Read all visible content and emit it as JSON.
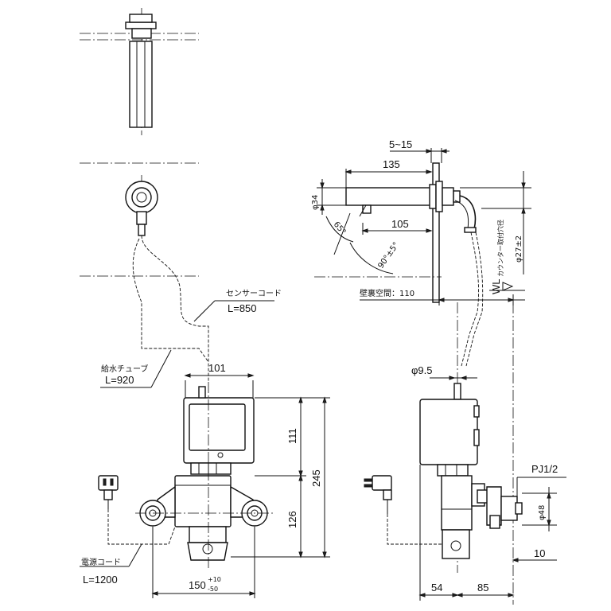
{
  "labels": {
    "sensor_cord_title": "センサーコード",
    "sensor_cord_len": "L=850",
    "supply_tube_title": "給水チューブ",
    "supply_tube_len": "L=920",
    "power_cord_title": "電源コード",
    "power_cord_len": "L=1200",
    "wall_space": "壁裏空間：110",
    "counter_hole": "カウンター取付穴径",
    "counter_hole_dia": "φ27±2",
    "wl": "WL",
    "pj": "PJ1/2"
  },
  "dims": {
    "d_101": "101",
    "d_111": "111",
    "d_126": "126",
    "d_245": "245",
    "d_150": "150",
    "d_150_tol_upper": "+10",
    "d_150_tol_lower": "-50",
    "d_5_15": "5~15",
    "d_135": "135",
    "d_105": "105",
    "d_phi34": "φ34",
    "d_65deg": "65°",
    "d_90deg": "90°±5°",
    "d_phi9_5": "φ9.5",
    "d_phi48": "φ48",
    "d_10": "10",
    "d_54": "54",
    "d_85": "85"
  }
}
